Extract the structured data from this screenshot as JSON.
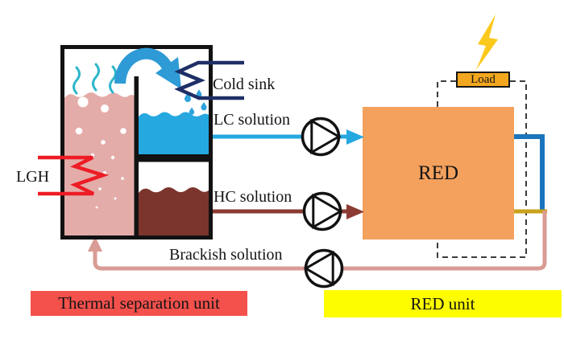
{
  "labels": {
    "lgh": "LGH",
    "cold_sink": "Cold sink",
    "lc_solution": "LC solution",
    "hc_solution": "HC solution",
    "brackish_solution": "Brackish solution",
    "red": "RED",
    "load": "Load",
    "thermal_caption": "Thermal separation unit",
    "red_caption": "RED unit"
  },
  "colors": {
    "tank_pink_liquid": "#E4ACA9",
    "lc_liquid_blue": "#25A8E0",
    "hc_liquid_maroon": "#7C352D",
    "hc_line_maroon": "#8B3B33",
    "brackish_pink": "#D99B94",
    "heater_red": "#EE1C25",
    "cold_sink_navy": "#1E2F66",
    "red_stack_orange": "#F4A15D",
    "outlet_blue": "#1B75BC",
    "outlet_yellow": "#C8A21A",
    "load_gold": "#F2A71E",
    "lightning_yellow": "#FBC91D",
    "thermal_caption_red": "#F4504C",
    "red_unit_yellow": "#FDFD00",
    "steam_teal": "#2EB6CB",
    "vapor_arrow_blue": "#2E9BD6",
    "outline_black": "#121212",
    "electric_dash_gray": "#3C3C3C"
  },
  "icons": {
    "lightning_bolt": "zigzag-bolt-polygon",
    "pump": "circle-with-inscribed-triangle",
    "heater_coil": "red-zigzag-resistor",
    "cold_sink_coil": "navy-zigzag-resistor",
    "vapor_arrow": "thick-curved-arrow",
    "steam": "three-wavy-lines",
    "droplets": "teardrops"
  }
}
